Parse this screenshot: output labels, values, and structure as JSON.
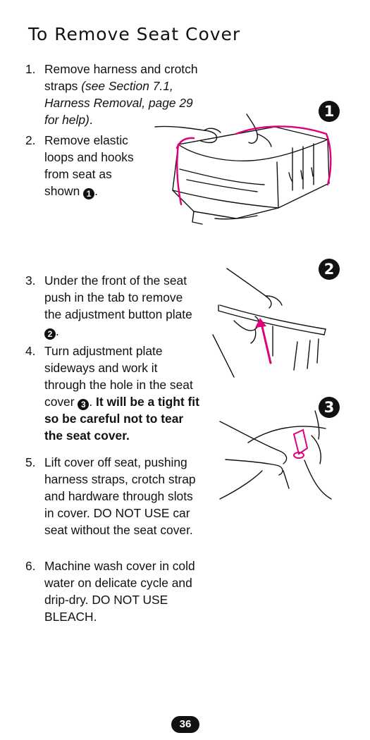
{
  "title": "To Remove Seat Cover",
  "steps": [
    {
      "num": "1.",
      "text": "Remove harness and crotch straps ",
      "italic": "(see Section 7.1, Harness Removal, page 29 for help)",
      "end": "."
    },
    {
      "num": "2.",
      "text": "Remove elastic loops and hooks from seat as shown ",
      "ref": "1",
      "end": "."
    },
    {
      "num": "3.",
      "text": "Under the front of the seat push in the tab to remove the adjustment button plate ",
      "ref": "2",
      "end": "."
    },
    {
      "num": "4.",
      "text": "Turn adjustment plate sideways and work it through the hole in the seat cover ",
      "ref": "3",
      "end": ". ",
      "bold": "It will be a tight fit so be careful not to tear the seat cover."
    },
    {
      "num": "5.",
      "text": "Lift cover off seat, pushing harness straps, crotch strap and hardware through slots in cover. DO NOT USE car seat without the seat cover."
    },
    {
      "num": "6.",
      "text": "Machine wash cover in cold water on delicate cycle and drip-dry. DO NOT USE BLEACH."
    }
  ],
  "figures": [
    "1",
    "2",
    "3"
  ],
  "page_number": "36",
  "colors": {
    "highlight": "#e0007a",
    "ink": "#111111"
  }
}
